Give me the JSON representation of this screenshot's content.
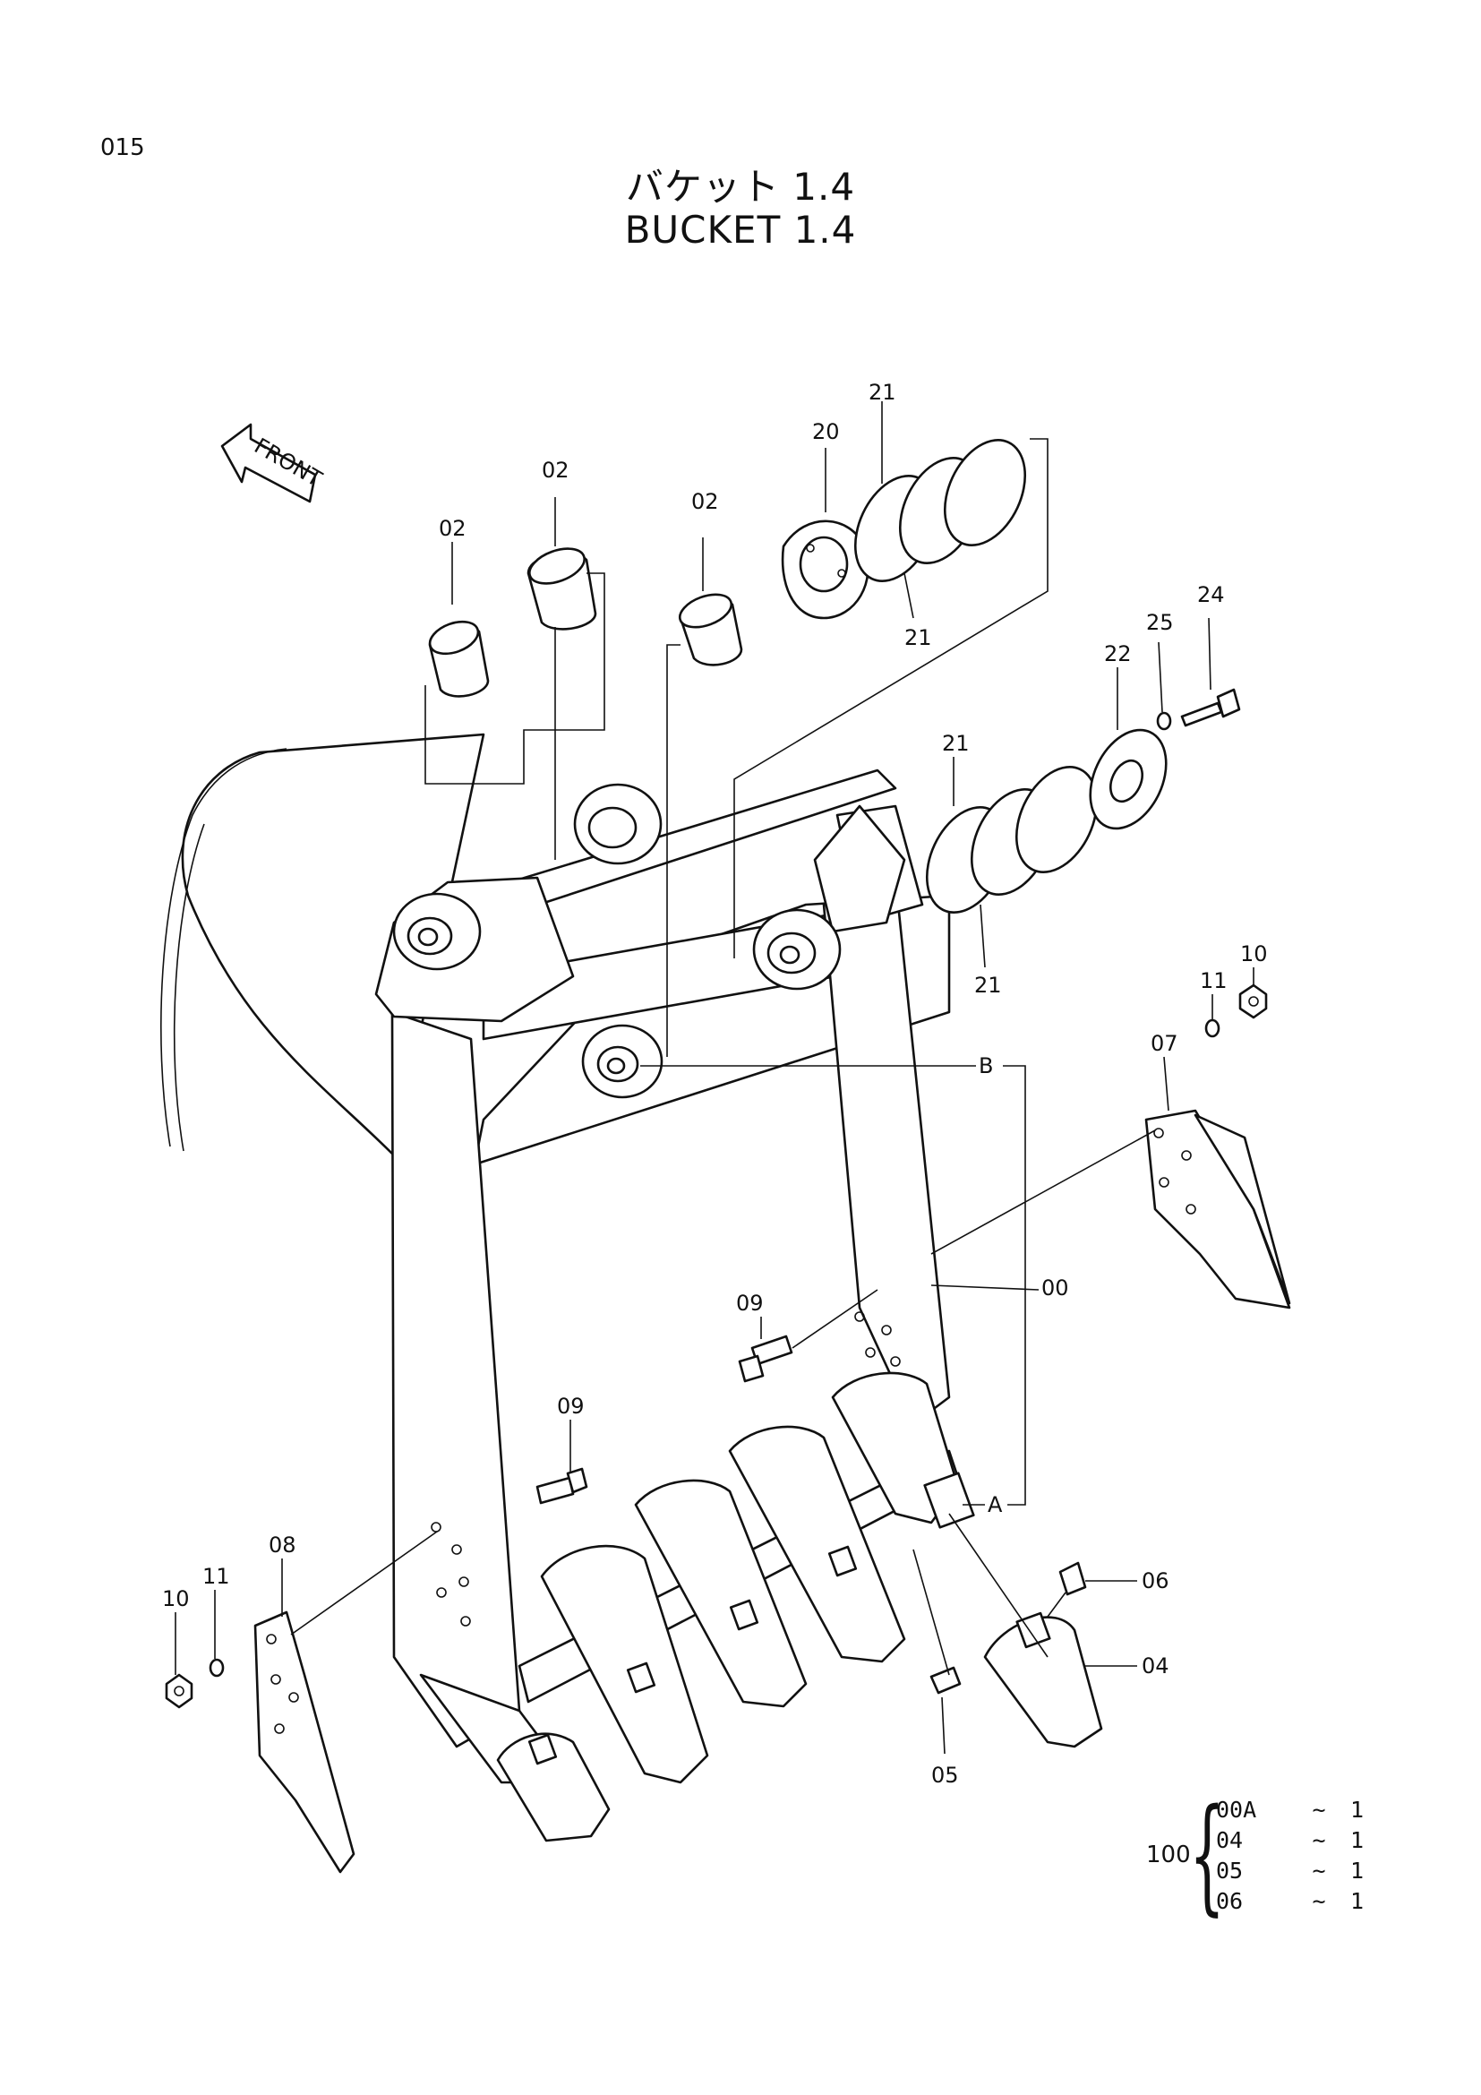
{
  "page_code": "015",
  "title_ja": "バケット 1.4",
  "title_en": "BUCKET 1.4",
  "front_label": "FRONT",
  "callouts": {
    "c02a": "02",
    "c02b": "02",
    "c02c": "02",
    "c20": "20",
    "c21a": "21",
    "c21b": "21",
    "c21c": "21",
    "c21d": "21",
    "c22": "22",
    "c24": "24",
    "c25": "25",
    "c10a": "10",
    "c11a": "11",
    "c07": "07",
    "cB": "B",
    "c00": "00",
    "c09a": "09",
    "c09b": "09",
    "cA": "A",
    "c06": "06",
    "c04": "04",
    "c05": "05",
    "c08": "08",
    "c11b": "11",
    "c10b": "10"
  },
  "kit": {
    "number": "100",
    "rows": [
      {
        "code": "00A",
        "tilde": "~",
        "qty": "1"
      },
      {
        "code": "04",
        "tilde": "~",
        "qty": "1"
      },
      {
        "code": "05",
        "tilde": "~",
        "qty": "1"
      },
      {
        "code": "06",
        "tilde": "~",
        "qty": "1"
      }
    ]
  }
}
